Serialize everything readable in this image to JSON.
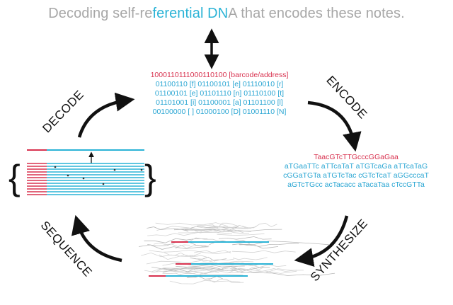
{
  "title": {
    "part1": "Decoding self-re",
    "part2": "ferential DN",
    "part3": "A that encodes these notes."
  },
  "steps": {
    "decode": "DECODE",
    "encode": "ENCODE",
    "synthesize": "SYNTHESIZE",
    "sequence": "SEQUENCE"
  },
  "binary": {
    "barcode": "1000110111000110100 [barcode/address]",
    "rows": [
      "01100110 [f]   01100101 [e]   01110010 [r]",
      "01100101 [e]   01101110 [n]   01110100 [t]",
      "01101001 [i]   01100001 [a]   01101100 [l]",
      "00100000 [ ]   01000100 [D]   01001110 [N]"
    ]
  },
  "dna": {
    "barcode": "TaacGTcTTGcccGGaGaa",
    "rows": [
      "aTGaaTTc aTTcaTaT aTGTcaGa aTTcaTaG",
      "cGGaTGTa aTGTcTac cGTcTcaT aGGcccaT",
      "aGTcTGcc acTacacc aTacaTaa cTccGTTa"
    ]
  },
  "colors": {
    "accent_blue": "#2ab3d6",
    "barcode_red": "#d8324f",
    "title_gray": "#a7a7a7",
    "arrow_black": "#111111"
  }
}
